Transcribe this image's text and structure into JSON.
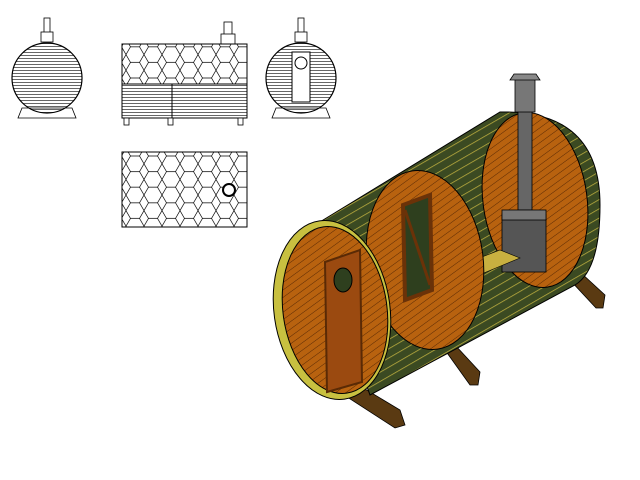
{
  "colors": {
    "wood": "#b8620f",
    "wood_dark": "#6b3208",
    "outer_rim": "#c8c040",
    "interior_green": "#2e3f1e",
    "base": "#5a3a12",
    "stove": "#555555",
    "line": "#000000"
  },
  "views": [
    "front-view",
    "side-view",
    "back-view",
    "top-view",
    "isometric-view"
  ]
}
